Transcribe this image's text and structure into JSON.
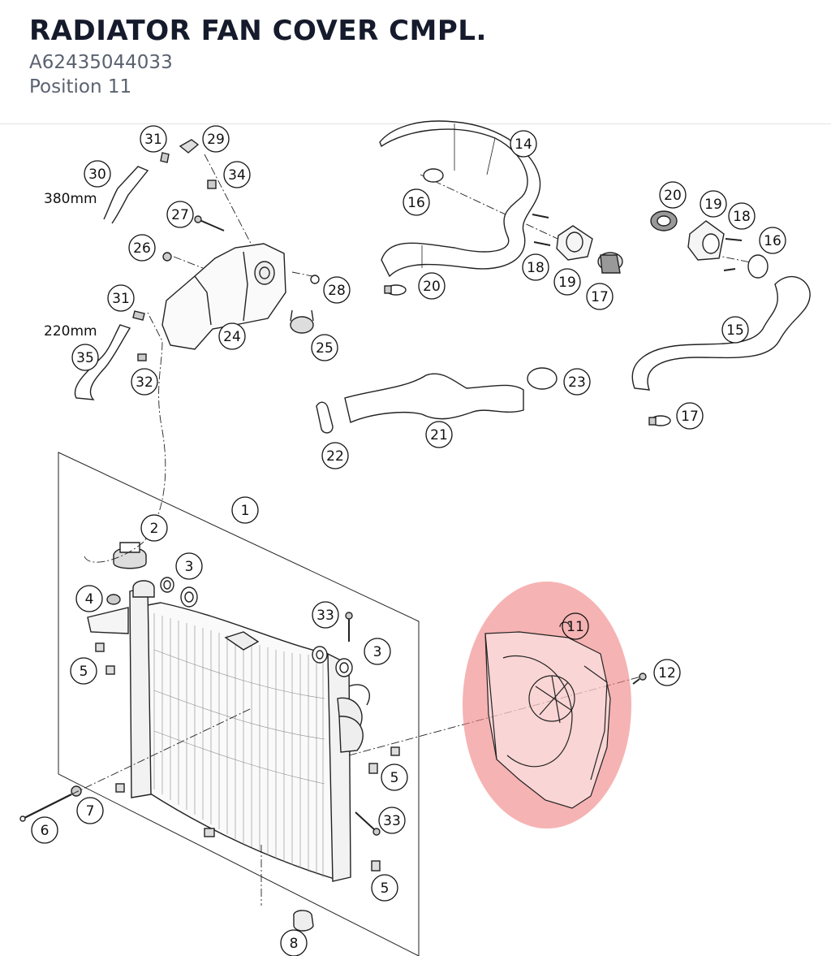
{
  "header": {
    "title": "RADIATOR FAN COVER CMPL.",
    "part_number": "A62435044033",
    "position": "Position 11"
  },
  "diagram": {
    "hose_lengths": [
      "380mm",
      "220mm"
    ],
    "callouts": [
      "31",
      "29",
      "30",
      "34",
      "27",
      "26",
      "28",
      "31",
      "25",
      "24",
      "35",
      "32",
      "14",
      "16",
      "18",
      "19",
      "20",
      "17",
      "20",
      "19",
      "18",
      "16",
      "15",
      "23",
      "21",
      "17",
      "22",
      "1",
      "2",
      "3",
      "4",
      "33",
      "3",
      "5",
      "12",
      "11",
      "5",
      "7",
      "6",
      "33",
      "5",
      "8"
    ],
    "highlight": {
      "item": "11",
      "color": "#f08080"
    }
  }
}
